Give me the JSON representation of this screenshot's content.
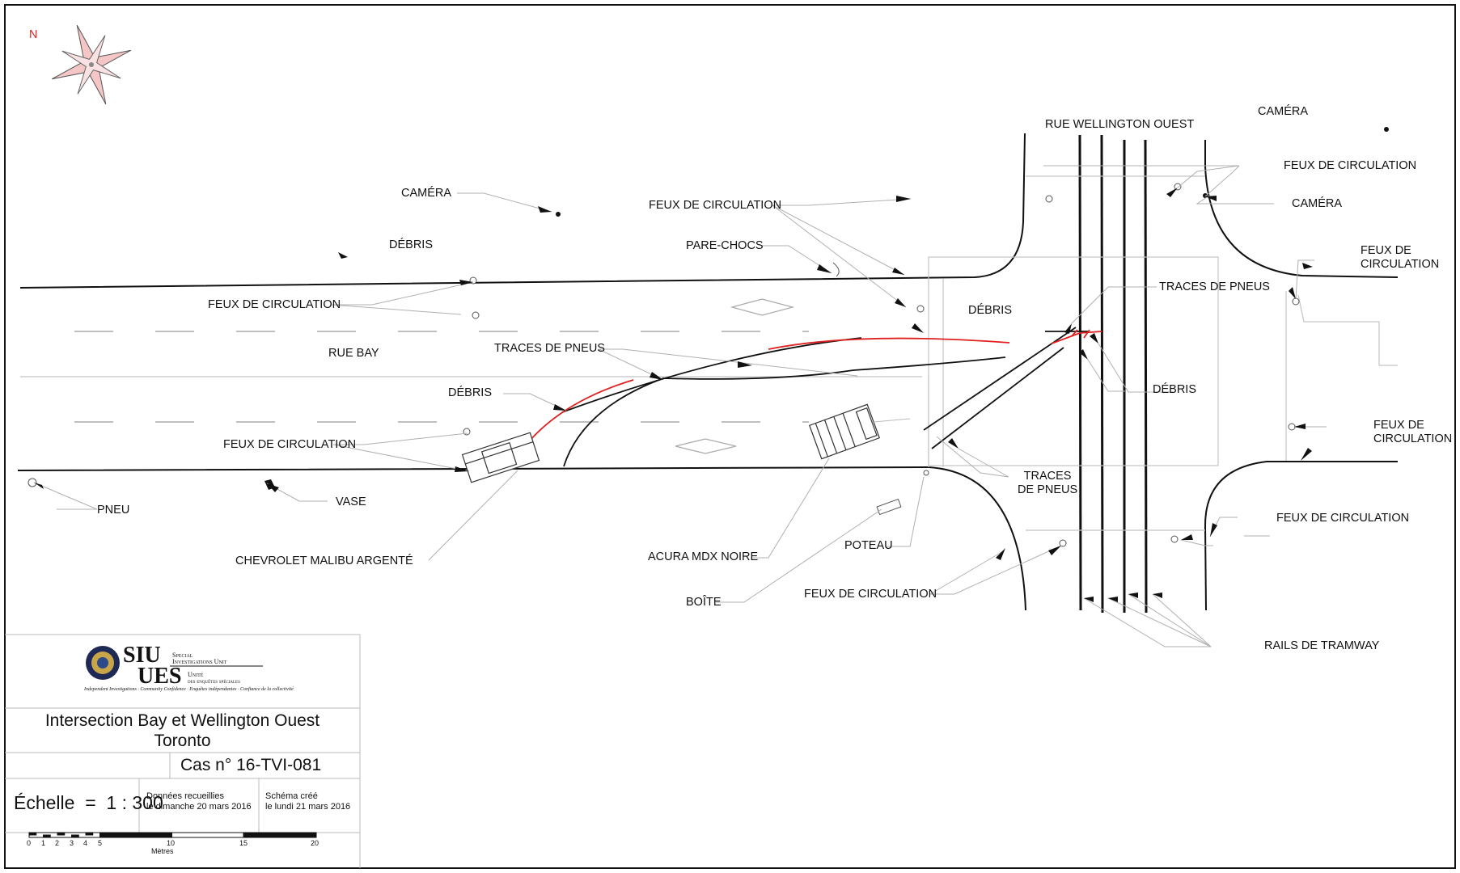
{
  "compass": {
    "north_label": "N"
  },
  "labels": {
    "rue_wellington": "RUE WELLINGTON OUEST",
    "rue_bay": "RUE BAY",
    "camera_1": "CAMÉRA",
    "camera_2": "CAMÉRA",
    "camera_3": "CAMÉRA",
    "debris_1": "DÉBRIS",
    "debris_2": "DÉBRIS",
    "debris_3": "DÉBRIS",
    "debris_4": "DÉBRIS",
    "feux_1": "FEUX DE CIRCULATION",
    "feux_2": "FEUX DE CIRCULATION",
    "feux_3": "FEUX DE CIRCULATION",
    "feux_4": "FEUX DE CIRCULATION",
    "feux_5": "FEUX DE CIRCULATION",
    "feux_6": "FEUX DE CIRCULATION",
    "feux_7": "FEUX DE\nCIRCULATION",
    "feux_8": "FEUX DE\nCIRCULATION",
    "pare_chocs": "PARE-CHOCS",
    "traces_1": "TRACES DE PNEUS",
    "traces_2": "TRACES DE PNEUS",
    "traces_3": "TRACES\nDE PNEUS",
    "pneu": "PNEU",
    "vase": "VASE",
    "chevrolet": "CHEVROLET MALIBU ARGENTÉ",
    "acura": "ACURA MDX NOIRE",
    "poteau": "POTEAU",
    "boite": "BOÎTE",
    "rails": "RAILS DE TRAMWAY"
  },
  "title_block": {
    "logo_siu": "SIU",
    "logo_ues": "UES",
    "logo_special": "Special",
    "logo_investigations": "Investigations Unit",
    "logo_unite": "Unité",
    "logo_enquetes": "des enquêtes spéciales",
    "logo_tagline": "Independent Investigations · Community Confidence · Enquêtes indépendantes · Confiance de la collectivité",
    "title_line1": "Intersection Bay et Wellington Ouest",
    "title_line2": "Toronto",
    "case": "Cas n° 16-TVI-081",
    "scale": "Échelle  =  1 : 300",
    "data_collected_line1": "Données recueillies",
    "data_collected_line2": "le dimanche 20 mars 2016",
    "created_line1": "Schéma créé",
    "created_line2": "le lundi 21 mars 2016",
    "scalebar_ticks": [
      "0",
      "1",
      "2",
      "3",
      "4",
      "5",
      "10",
      "15",
      "20"
    ],
    "scalebar_unit": "Mètres"
  },
  "colors": {
    "ink": "#111111",
    "tire_marks_red": "#e02020",
    "faint": "#bdbdbd",
    "compass_fill": "#f4c6c6",
    "north": "#e02020"
  }
}
